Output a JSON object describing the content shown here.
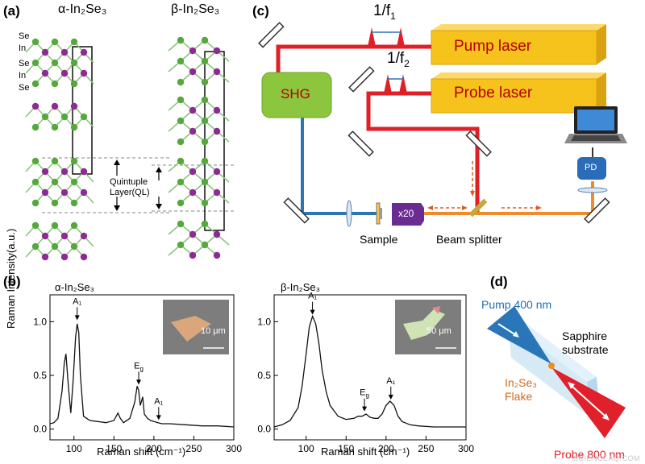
{
  "panel_labels": {
    "a": "(a)",
    "b": "(b)",
    "c": "(c)",
    "d": "(d)"
  },
  "panel_a": {
    "alpha_title": "α-In₂Se₃",
    "beta_title": "β-In₂Se₃",
    "layer_labels": [
      "Se",
      "In",
      "Se",
      "In",
      "Se"
    ],
    "ql_label_line1": "Quintuple",
    "ql_label_line2": "Layer(QL)",
    "colors": {
      "in_atom": "#8e2a94",
      "se_atom": "#55a83c",
      "in_bond": "#b27bb5",
      "se_bond": "#8bc27a"
    }
  },
  "panel_c": {
    "pump_laser": "Pump laser",
    "probe_laser": "Probe laser",
    "shg": "SHG",
    "pd": "PD",
    "objective": "x20",
    "sample": "Sample",
    "beam_splitter": "Beam splitter",
    "f1_label": "1/f",
    "f1_sub": "1",
    "f2_label": "1/f",
    "f2_sub": "2",
    "colors": {
      "red_beam": "#e02027",
      "blue_beam": "#2b74b8",
      "orange_beam": "#f08a2a",
      "laser_box": "#f6c21c",
      "shg_box": "#8cc63f",
      "objective": "#6a2c91"
    }
  },
  "panel_d": {
    "pump_line1": "Pump 400 nm",
    "substrate_line1": "Sapphire",
    "substrate_line2": "substrate",
    "flake_line1": "In₂Se₃",
    "flake_line2": "Flake",
    "probe_line1": "Probe 800 nm",
    "colors": {
      "pump": "#1f6fb4",
      "probe": "#e0202a",
      "flake_text": "#d2691e",
      "substrate": "#cfe6f5"
    }
  },
  "chart_data": [
    {
      "type": "line",
      "title": "α-In₂Se₃",
      "xlabel": "Raman shift (cm⁻¹)",
      "ylabel": "Raman Intensity(a.u.)",
      "xlim": [
        70,
        300
      ],
      "ylim": [
        -0.1,
        1.25
      ],
      "xticks": [
        100,
        150,
        200,
        250,
        300
      ],
      "yticks": [
        0.0,
        0.5,
        1.0
      ],
      "series": [
        {
          "x": [
            70,
            75,
            80,
            85,
            88,
            90,
            93,
            96,
            99,
            102,
            104,
            106,
            108,
            112,
            120,
            130,
            140,
            150,
            155,
            158,
            162,
            170,
            176,
            179,
            181,
            183,
            186,
            188,
            192,
            196,
            200,
            205,
            210,
            220,
            240,
            260,
            280,
            300
          ],
          "y": [
            0.05,
            0.06,
            0.1,
            0.35,
            0.62,
            0.7,
            0.4,
            0.15,
            0.45,
            0.85,
            0.98,
            0.9,
            0.5,
            0.12,
            0.08,
            0.07,
            0.06,
            0.08,
            0.15,
            0.1,
            0.06,
            0.1,
            0.25,
            0.4,
            0.36,
            0.22,
            0.3,
            0.14,
            0.1,
            0.08,
            0.07,
            0.06,
            0.05,
            0.05,
            0.04,
            0.03,
            0.03,
            0.02
          ]
        }
      ],
      "annotations": [
        {
          "text": "A₁",
          "x": 104,
          "y": 1.0
        },
        {
          "text": "E_g",
          "x": 181,
          "y": 0.4
        },
        {
          "text": "A₁",
          "x": 206,
          "y": 0.07
        }
      ],
      "inset_scale": "10 μm"
    },
    {
      "type": "line",
      "title": "β-In₂Se₃",
      "xlabel": "Raman shift (cm⁻¹)",
      "ylabel": "",
      "xlim": [
        60,
        300
      ],
      "ylim": [
        -0.1,
        1.25
      ],
      "xticks": [
        100,
        150,
        200,
        250,
        300
      ],
      "yticks": [
        0.0,
        0.5,
        1.0
      ],
      "series": [
        {
          "x": [
            60,
            70,
            80,
            90,
            95,
            100,
            104,
            108,
            112,
            116,
            120,
            125,
            130,
            140,
            150,
            160,
            165,
            170,
            175,
            180,
            185,
            190,
            195,
            200,
            205,
            210,
            215,
            220,
            230,
            240,
            260,
            280,
            300
          ],
          "y": [
            0.02,
            0.04,
            0.08,
            0.2,
            0.4,
            0.7,
            0.95,
            1.05,
            0.98,
            0.8,
            0.55,
            0.35,
            0.22,
            0.12,
            0.09,
            0.1,
            0.12,
            0.12,
            0.14,
            0.11,
            0.1,
            0.1,
            0.14,
            0.22,
            0.26,
            0.22,
            0.12,
            0.07,
            0.04,
            0.03,
            0.02,
            0.02,
            0.02
          ]
        }
      ],
      "annotations": [
        {
          "text": "A₁",
          "x": 108,
          "y": 1.05
        },
        {
          "text": "E_g",
          "x": 173,
          "y": 0.15
        },
        {
          "text": "A₁",
          "x": 206,
          "y": 0.26
        }
      ],
      "inset_scale": "50 μm"
    }
  ],
  "watermark": "SCIENCEAQ.COM"
}
